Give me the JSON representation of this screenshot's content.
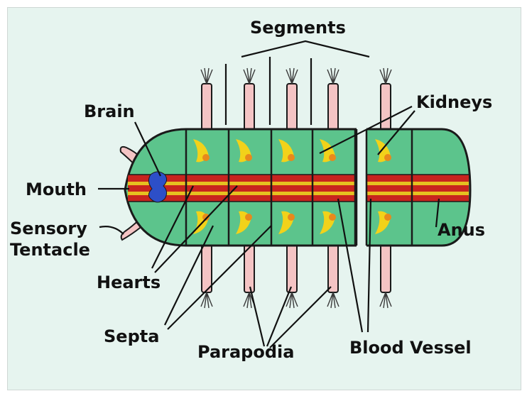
{
  "labels": {
    "segments": "Segments",
    "brain": "Brain",
    "kidneys": "Kidneys",
    "mouth": "Mouth",
    "sensory_line1": "Sensory",
    "sensory_line2": "Tentacle",
    "anus": "Anus",
    "hearts": "Hearts",
    "septa": "Septa",
    "parapodia": "Parapodia",
    "blood_vessel": "Blood Vessel"
  },
  "colors": {
    "background": "#e6f4ef",
    "body_fill": "#5cc48c",
    "outline": "#1a1a1a",
    "gut": "#c8241e",
    "gut_stripe": "#e6c020",
    "organ_yellow": "#f2d21a",
    "organ_orange": "#e8891c",
    "parapodia": "#f4c4c4",
    "brain": "#2d4fc8",
    "tentacle": "#f4c4c4"
  }
}
